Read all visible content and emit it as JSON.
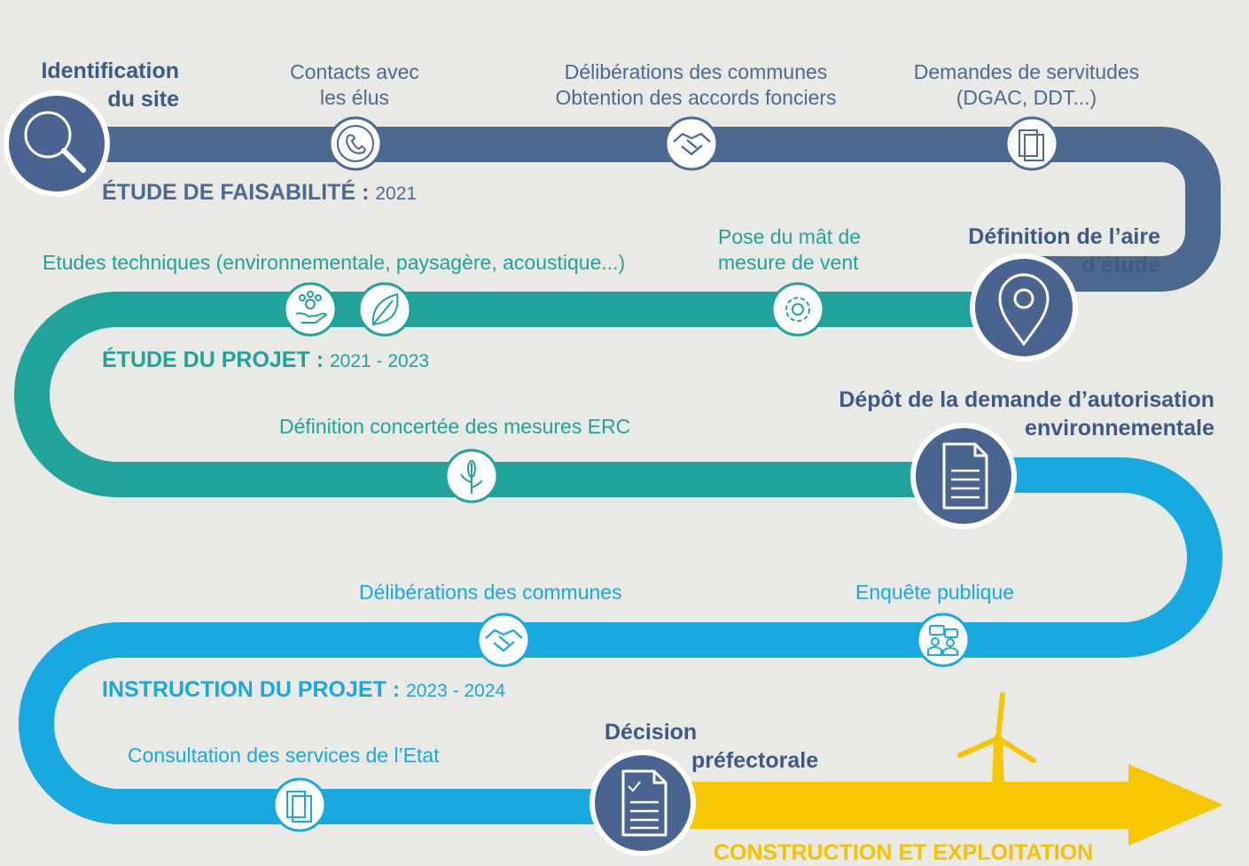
{
  "colors": {
    "background": "#e9e9e6",
    "phase_feasibility": "#4e6990",
    "phase_project": "#1fa39a",
    "phase_instruction": "#17a9e0",
    "phase_construction": "#f6c700",
    "milestone_circle": "#4a6491"
  },
  "milestones": {
    "site": [
      "Identification",
      "du site"
    ],
    "area": [
      "Définition de l’aire",
      "d’étude"
    ],
    "deposit": [
      "Dépôt de la demande d’autorisation",
      "environnementale"
    ],
    "decision": [
      "Décision",
      "préfectorale"
    ]
  },
  "phases": {
    "feasibility": {
      "label": "ÉTUDE DE FAISABILITÉ :",
      "years": "2021"
    },
    "project": {
      "label": "ÉTUDE DU PROJET :",
      "years": "2021 - 2023"
    },
    "instruction": {
      "label": "INSTRUCTION DU PROJET :",
      "years": "2023 - 2024"
    },
    "construction": {
      "label": "CONSTRUCTION ET EXPLOITATION"
    }
  },
  "steps": {
    "contacts": [
      "Contacts avec",
      "les élus"
    ],
    "deliberations_1": [
      "Délibérations des communes",
      "Obtention des accords fonciers"
    ],
    "servitudes": [
      "Demandes de servitudes",
      "(DGAC, DDT...)"
    ],
    "etudes": "Etudes techniques (environnementale, paysagère, acoustique...)",
    "mat": [
      "Pose du mât de",
      "mesure de vent"
    ],
    "erc": "Définition concertée des mesures ERC",
    "deliberations_2": "Délibérations des communes",
    "enquete": "Enquête publique",
    "consultation": "Consultation des services de l’Etat"
  },
  "icons": {
    "site": "magnifier-icon",
    "contacts": "phone-icon",
    "deliberations_1": "handshake-icon",
    "servitudes": "documents-icon",
    "area": "location-pin-icon",
    "animal_study": "paw-hand-icon",
    "plant_study": "leaf-icon",
    "mat": "gear-icon",
    "erc": "plant-icon",
    "deposit": "document-icon",
    "deliberations_2": "handshake-icon",
    "enquete": "people-chat-icon",
    "consultation": "documents-icon",
    "decision": "checked-document-icon",
    "wind_turbine": "wind-turbine-icon"
  }
}
